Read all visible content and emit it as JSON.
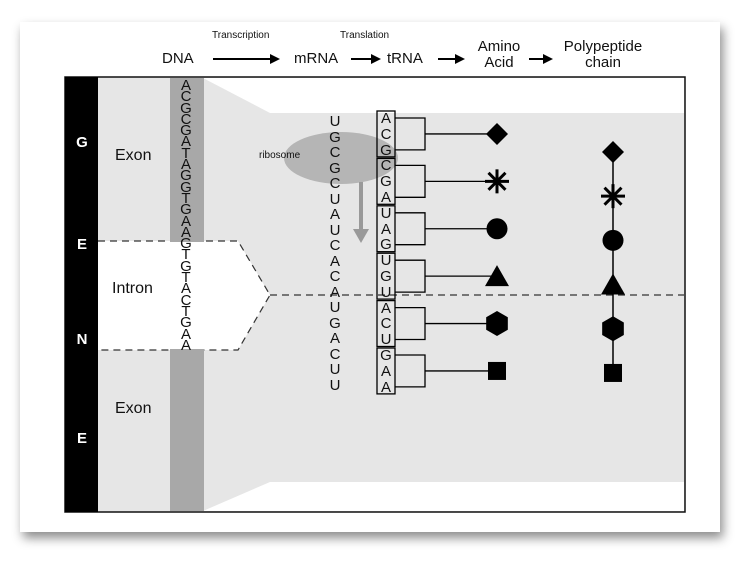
{
  "header": {
    "dna": "DNA",
    "transcription": "Transcription",
    "mrna": "mRNA",
    "translation": "Translation",
    "trna": "tRNA",
    "amino_line1": "Amino",
    "amino_line2": "Acid",
    "poly_line1": "Polypeptide",
    "poly_line2": "chain"
  },
  "gene_letters": [
    "G",
    "E",
    "N",
    "E"
  ],
  "regions": {
    "exon_top": "Exon",
    "intron": "Intron",
    "exon_bottom": "Exon"
  },
  "ribosome": "ribosome",
  "dna_sequence": [
    "A",
    "C",
    "G",
    "C",
    "G",
    "A",
    "T",
    "A",
    "G",
    "G",
    "T",
    "G",
    "A",
    "A",
    "G",
    "T",
    "G",
    "T",
    "A",
    "C",
    "T",
    "G",
    "A",
    "A"
  ],
  "mrna_sequence": [
    "U",
    "G",
    "C",
    "G",
    "C",
    "U",
    "A",
    "U",
    "C",
    "A",
    "C",
    "A",
    "U",
    "G",
    "A",
    "C",
    "U",
    "U"
  ],
  "trna_anticodons": [
    [
      "A",
      "C",
      "G"
    ],
    [
      "C",
      "G",
      "A"
    ],
    [
      "U",
      "A",
      "G"
    ],
    [
      "U",
      "G",
      "U"
    ],
    [
      "A",
      "C",
      "U"
    ],
    [
      "G",
      "A",
      "A"
    ]
  ],
  "amino_acid_symbols": [
    "diamond-icon",
    "asterisk-icon",
    "circle-icon",
    "triangle-icon",
    "hexagon-icon",
    "square-icon"
  ]
}
